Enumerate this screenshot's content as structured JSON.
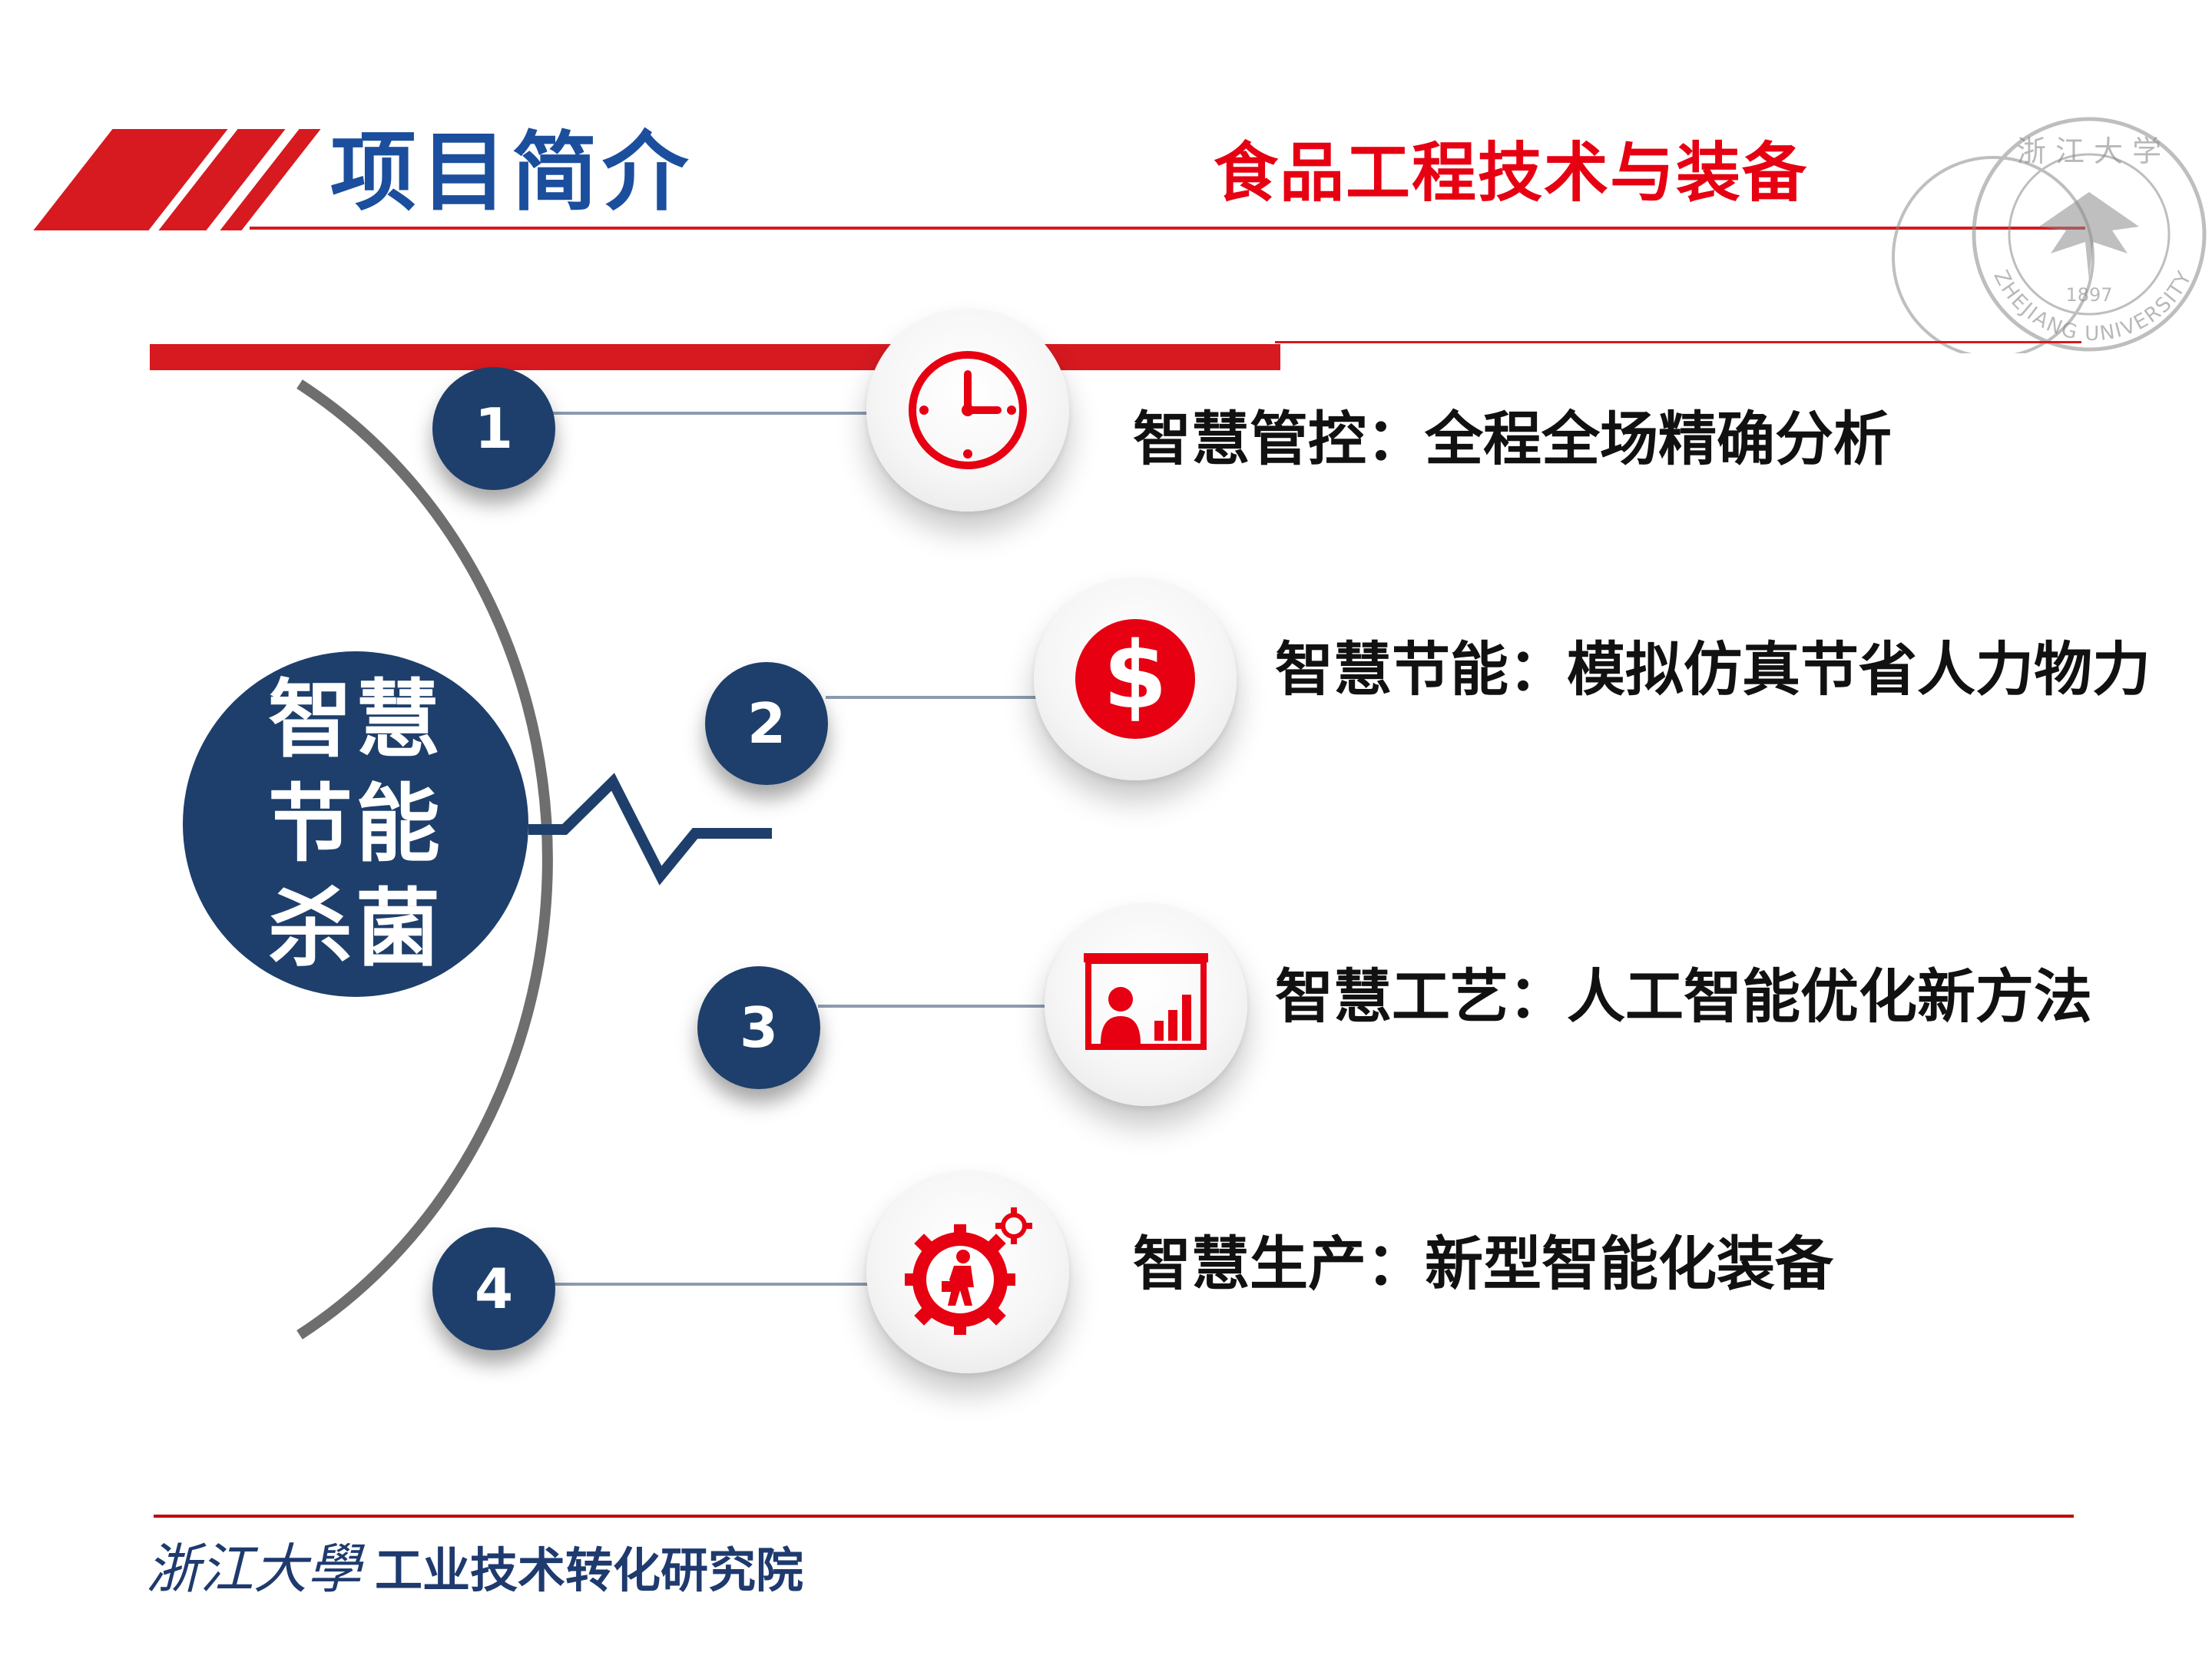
{
  "header": {
    "title": "项目简介",
    "subtitle": "食品工程技术与装备"
  },
  "seal": {
    "chinese": "浙 江 大 学",
    "year": "1897",
    "english": "ZHEJIANG UNIVERSITY"
  },
  "center": {
    "lines": [
      "智慧",
      "节能",
      "杀菌"
    ]
  },
  "items": [
    {
      "number": "1",
      "icon": "clock-icon",
      "label": "智慧管控：全程全场精确分析"
    },
    {
      "number": "2",
      "icon": "dollar-icon",
      "label": "智慧节能：模拟仿真节省人力物力"
    },
    {
      "number": "3",
      "icon": "presentation-icon",
      "label": "智慧工艺：人工智能优化新方法"
    },
    {
      "number": "4",
      "icon": "gear-worker-icon",
      "label": "智慧生产：新型智能化装备"
    }
  ],
  "footer": {
    "logo_text": "浙江大學",
    "institute": "工业技术转化研究院"
  },
  "colors": {
    "accent_red": "#d71920",
    "navy": "#1e3f6b",
    "title_blue": "#1b4e9c",
    "icon_red": "#e60012"
  }
}
